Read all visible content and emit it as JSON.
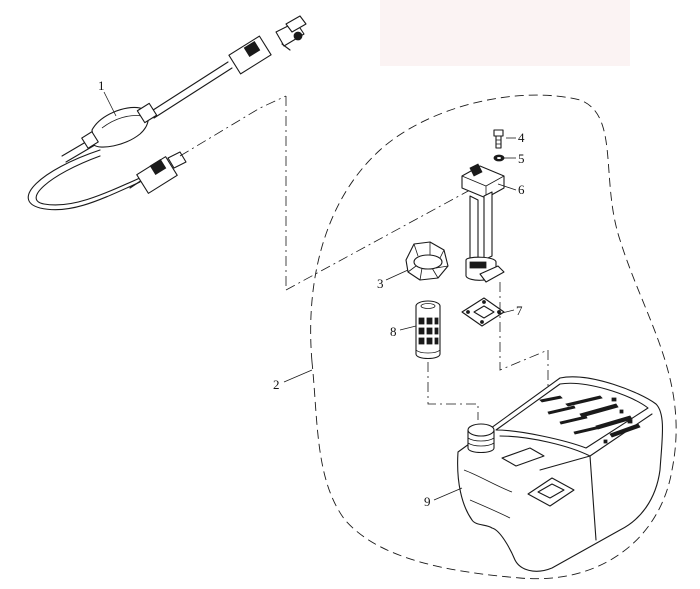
{
  "callouts": [
    {
      "id": "1",
      "label": "1"
    },
    {
      "id": "2",
      "label": "2"
    },
    {
      "id": "3",
      "label": "3"
    },
    {
      "id": "4",
      "label": "4"
    },
    {
      "id": "5",
      "label": "5"
    },
    {
      "id": "6",
      "label": "6"
    },
    {
      "id": "7",
      "label": "7"
    },
    {
      "id": "8",
      "label": "8"
    },
    {
      "id": "9",
      "label": "9"
    }
  ],
  "colors": {
    "line": "#1a1a1a",
    "background": "#ffffff",
    "blank_box": "#fbf3f3"
  }
}
